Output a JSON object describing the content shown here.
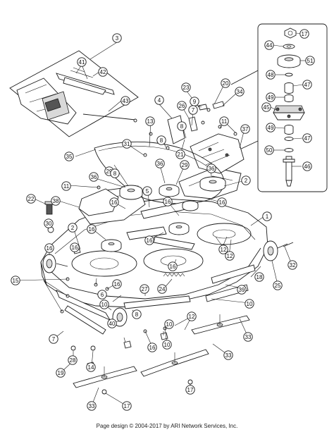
{
  "diagram": {
    "callouts": [
      "1",
      "2",
      "3",
      "4",
      "5",
      "6",
      "7",
      "8",
      "9",
      "10",
      "11",
      "12",
      "13",
      "14",
      "15",
      "16",
      "17",
      "18",
      "19",
      "20",
      "21",
      "22",
      "23",
      "24",
      "25",
      "26",
      "27",
      "28",
      "29",
      "30",
      "31",
      "32",
      "33",
      "34",
      "35",
      "36",
      "37",
      "38",
      "39",
      "40",
      "41",
      "42",
      "43",
      "44",
      "45",
      "46",
      "47",
      "48",
      "49",
      "50",
      "51"
    ]
  },
  "footer": "Page design © 2004-2017 by ARI Network Services, Inc."
}
